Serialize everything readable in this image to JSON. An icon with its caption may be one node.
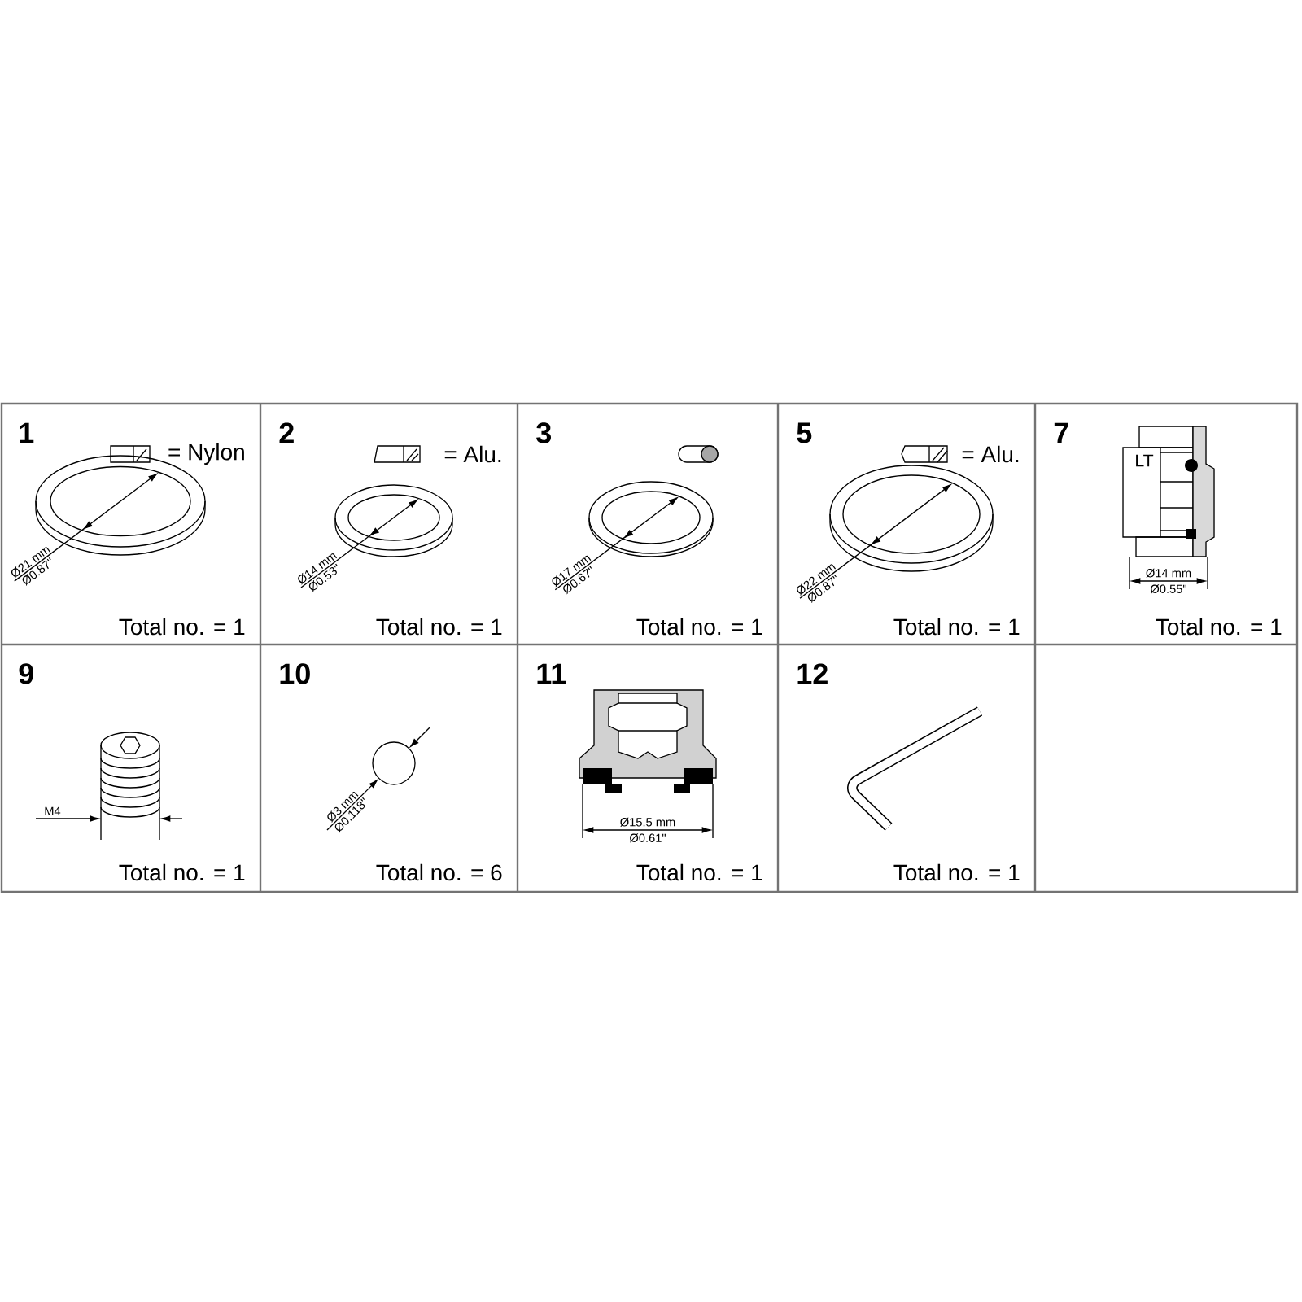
{
  "diagram": {
    "labels": [
      "1",
      "= Nylon",
      "Ø21 mm",
      "Ø0.87\"",
      "Total no. = 1",
      "2",
      "= Alu.",
      "Ø14 mm",
      "Ø0.53\"",
      "Total no. = 1",
      "3",
      "Ø17 mm",
      "Ø0.67\"",
      "Total no. = 1",
      "5",
      "= Alu.",
      "Ø22 mm",
      "Ø0.87\"",
      "Total no. = 1",
      "7",
      "LT",
      "Ø14 mm",
      "Ø0.55\"",
      "Total no. = 1",
      "9",
      "M4",
      "Total no. = 1",
      "10",
      "Ø3 mm",
      "Ø0.118\"",
      "Total no. = 6",
      "11",
      "Ø15.5 mm",
      "Ø0.61\"",
      "Total no. = 1",
      "12",
      "Total no. = 1"
    ]
  }
}
